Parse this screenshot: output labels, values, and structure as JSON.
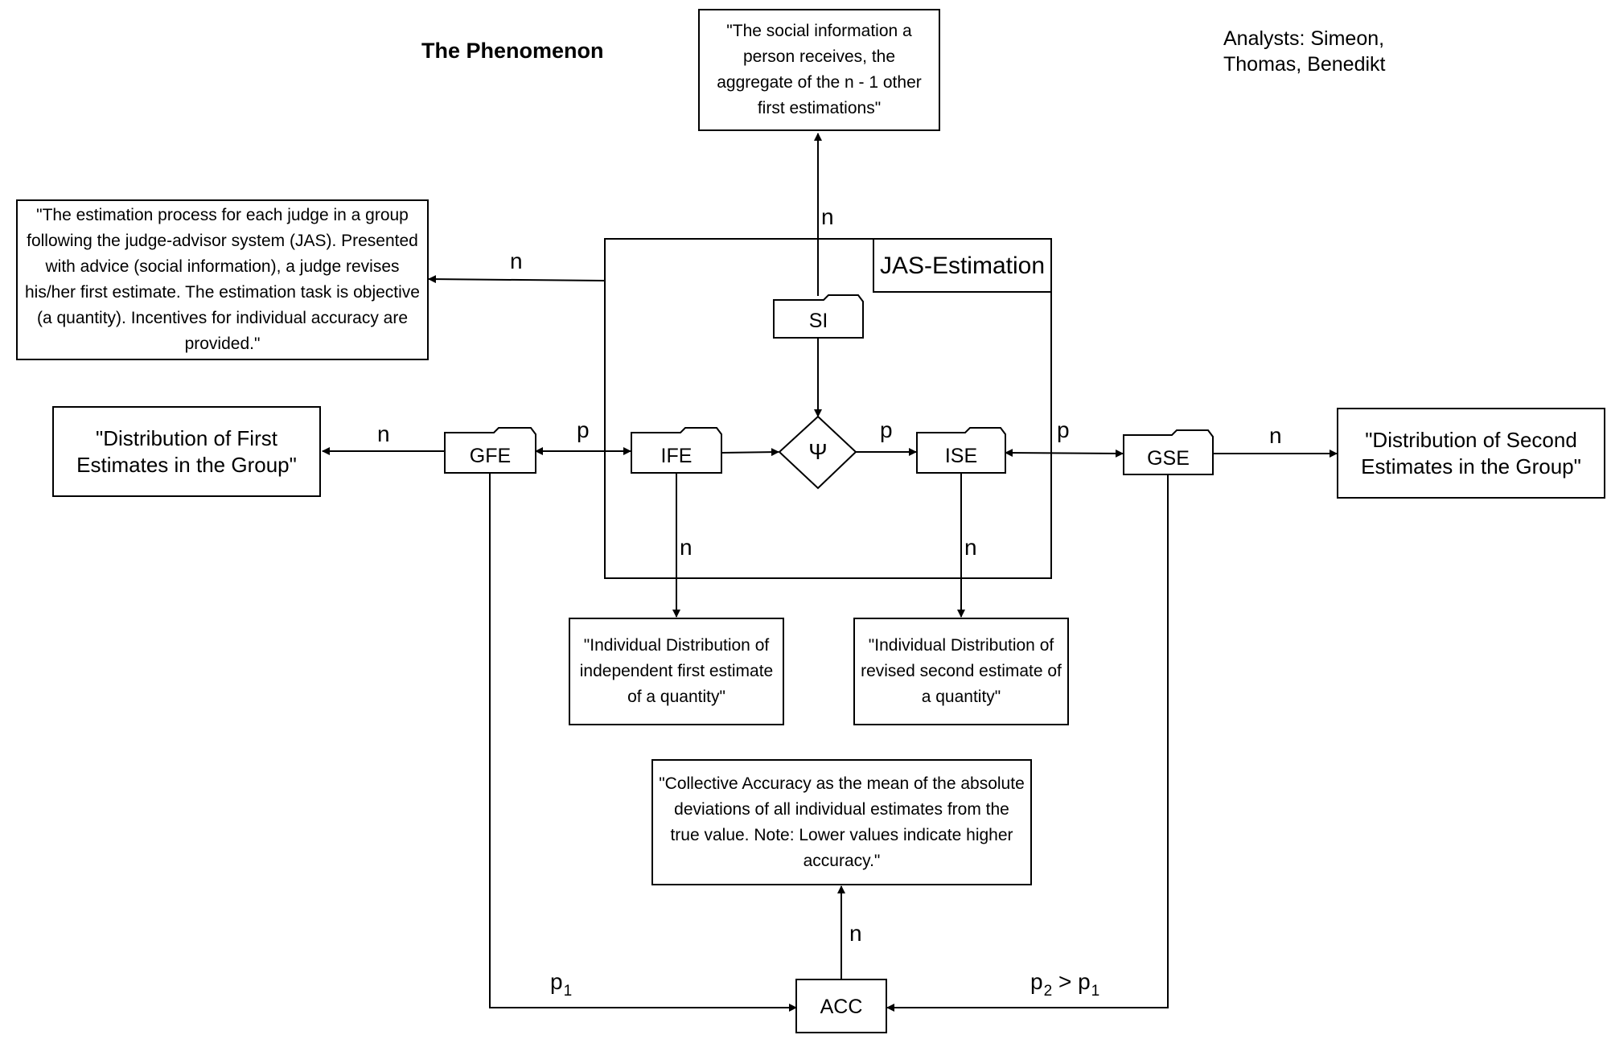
{
  "title": "The Phenomenon",
  "analysts": "Analysts: Simeon, Thomas, Benedikt",
  "boundary": {
    "label": "JAS-Estimation"
  },
  "objects": {
    "gfe": "GFE",
    "ife": "IFE",
    "si": "SI",
    "psi": "Ψ",
    "ise": "ISE",
    "gse": "GSE",
    "acc": "ACC"
  },
  "notes": {
    "social_info": "\"The social information a person receives, the aggregate of the n - 1 other first estimations\"",
    "jas_process": "\"The estimation process for each judge in a group following the judge-advisor system (JAS). Presented with advice (social information), a judge revises his/her first estimate. The estimation task is objective (a quantity). Incentives for individual accuracy are provided.\"",
    "dist_first": "\"Distribution of First Estimates in the Group\"",
    "dist_second": "\"Distribution of Second Estimates in the Group\"",
    "ind_first": "\"Individual Distribution of independent first estimate of a quantity\"",
    "ind_second": "\"Individual Distribution of revised second estimate of a quantity\"",
    "collective_acc": "\"Collective Accuracy as the mean of the absolute deviations of all individual estimates from the true value. Note: Lower values indicate higher accuracy.\""
  },
  "labels": {
    "n_si": "n",
    "n_jas": "n",
    "n_gfe": "n",
    "p_gfe_ife": "p",
    "p_psi_ise": "p",
    "p_ise_gse": "p",
    "n_gse": "n",
    "n_ife": "n",
    "n_ise": "n",
    "n_acc": "n",
    "p1": {
      "base": "p",
      "sub": "1"
    },
    "p2_gt_p1": {
      "base1": "p",
      "sub1": "2",
      "op": " > ",
      "base2": "p",
      "sub2": "1"
    }
  }
}
